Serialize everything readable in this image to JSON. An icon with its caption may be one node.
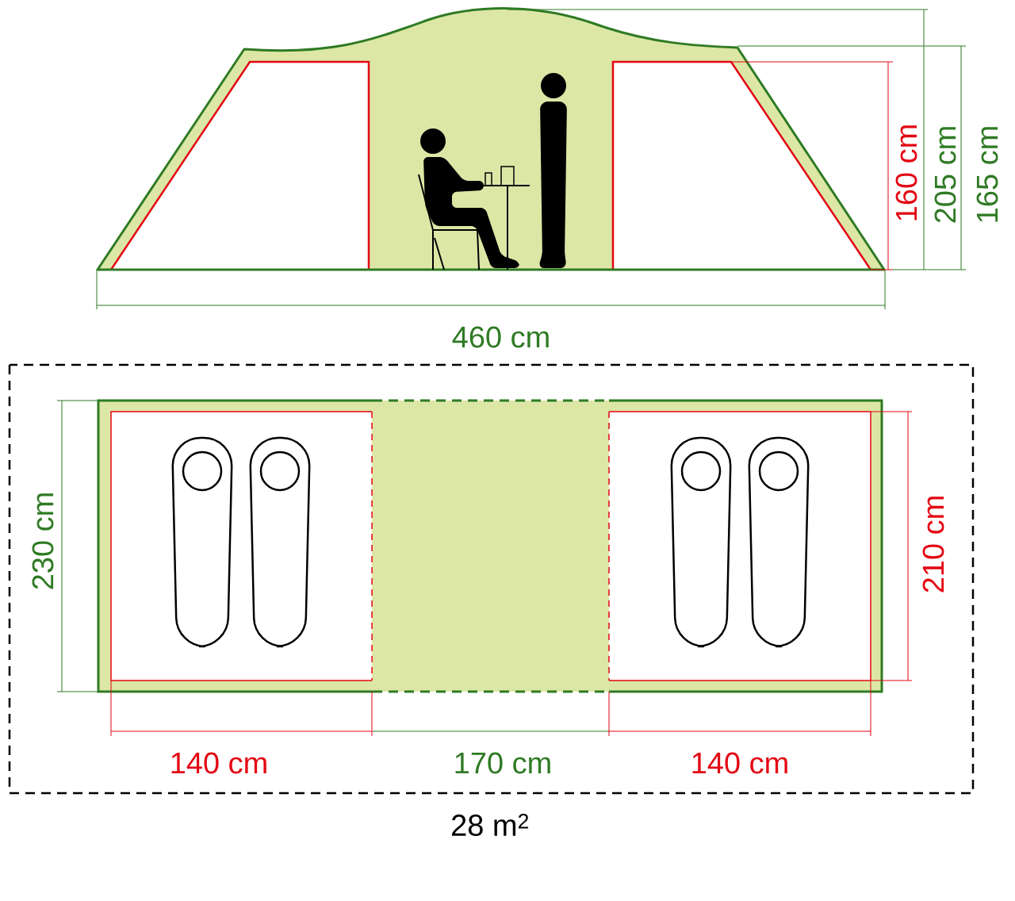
{
  "diagram": {
    "labels": [
      "160 cm",
      "205 cm",
      "165 cm",
      "460 cm",
      "230 cm",
      "210 cm",
      "140 cm",
      "170 cm",
      "140 cm",
      "28 m$^{2}$"
    ]
  }
}
